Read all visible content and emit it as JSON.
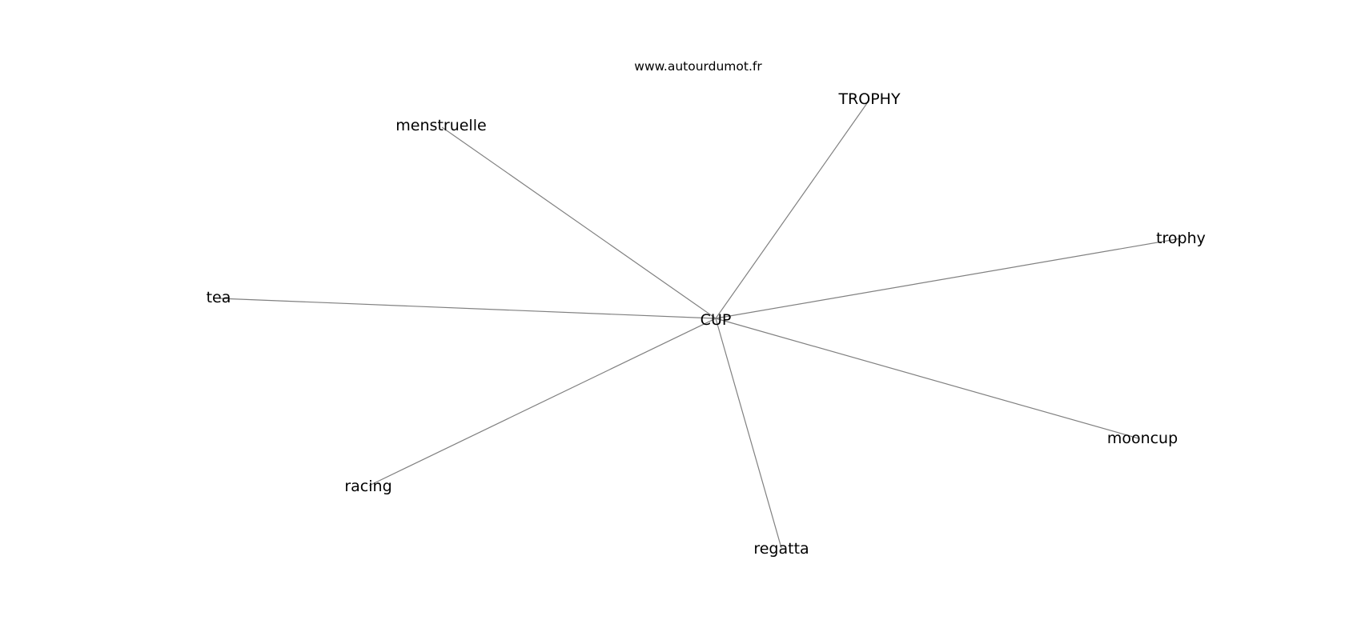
{
  "watermark": "www.autourdumot.fr",
  "graph": {
    "center": {
      "id": "cup",
      "label": "CUP"
    },
    "nodes": [
      {
        "id": "trophy-upper",
        "label": "TROPHY"
      },
      {
        "id": "menstruelle",
        "label": "menstruelle"
      },
      {
        "id": "trophy",
        "label": "trophy"
      },
      {
        "id": "tea",
        "label": "tea"
      },
      {
        "id": "mooncup",
        "label": "mooncup"
      },
      {
        "id": "racing",
        "label": "racing"
      },
      {
        "id": "regatta",
        "label": "regatta"
      }
    ],
    "edges": [
      {
        "from": "cup",
        "to": "trophy-upper"
      },
      {
        "from": "cup",
        "to": "menstruelle"
      },
      {
        "from": "cup",
        "to": "trophy"
      },
      {
        "from": "cup",
        "to": "tea"
      },
      {
        "from": "cup",
        "to": "mooncup"
      },
      {
        "from": "cup",
        "to": "racing"
      },
      {
        "from": "cup",
        "to": "regatta"
      }
    ],
    "colors": {
      "edge": "#808080",
      "label": "#000000",
      "background": "#ffffff"
    }
  }
}
